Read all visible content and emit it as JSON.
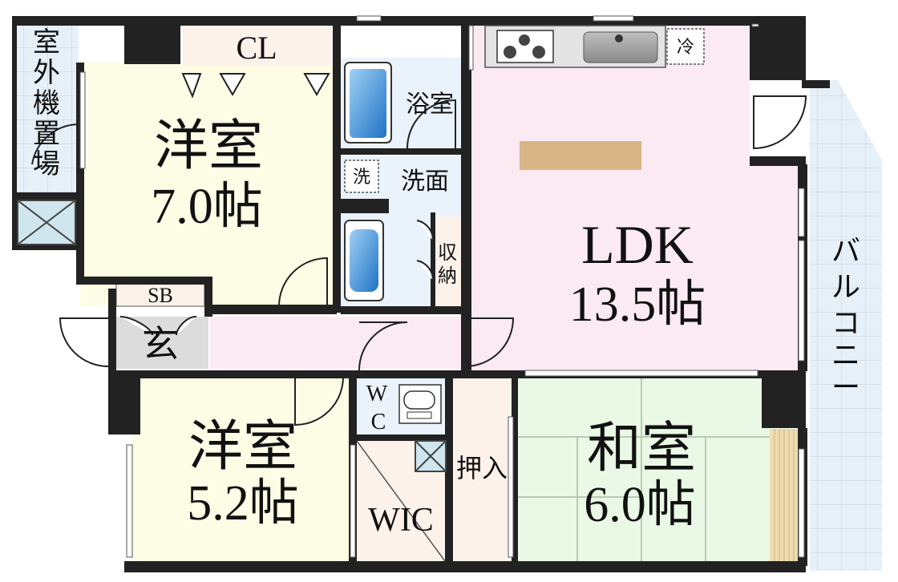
{
  "rooms": {
    "western_room_1": {
      "name": "洋室",
      "size": "7.0帖"
    },
    "western_room_2": {
      "name": "洋室",
      "size": "5.2帖"
    },
    "ldk": {
      "name": "LDK",
      "size": "13.5帖"
    },
    "japanese_room": {
      "name": "和室",
      "size": "6.0帖"
    }
  },
  "labels": {
    "closet": "CL",
    "bathroom": "浴室",
    "washroom": "洗面",
    "washer": "洗",
    "storage_1": "収",
    "storage_2": "納",
    "shoe_box": "SB",
    "entrance": "玄",
    "toilet_1": "W",
    "toilet_2": "C",
    "walk_in_closet": "WIC",
    "oshiire": "押入",
    "fridge": "冷",
    "outdoor_unit": [
      "室",
      "外",
      "機",
      "置",
      "場"
    ],
    "balcony": [
      "バ",
      "ル",
      "コ",
      "ニ",
      "ー"
    ]
  },
  "colors": {
    "wall": "#222222",
    "western_room": "#fdfde6",
    "ldk": "#fbeaf2",
    "japanese_room": "#eaf8e6",
    "wet_area": "#eaf2fb",
    "balcony": "#e6f0f8",
    "storage": "#fdf2ea",
    "entrance": "#dcdcdc",
    "bath_fixture": "#3a8fd8",
    "counter": "#d8b487"
  }
}
